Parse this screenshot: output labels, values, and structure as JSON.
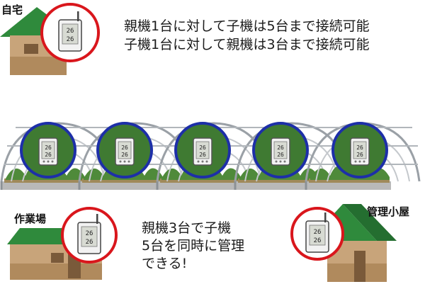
{
  "locations": {
    "home": "自宅",
    "workshop": "作業場",
    "shed": "管理小屋"
  },
  "headline": {
    "line1": "親機1台に対して子機は5台まで接続可能",
    "line2": "子機1台に対して親機は3台まで接続可能"
  },
  "summary": {
    "line1": "親機3台で子機",
    "line2": "5台を同時に管理",
    "line3": "できる!"
  },
  "device": {
    "reading_top": "26",
    "reading_bottom": "26"
  },
  "colors": {
    "parent_ring": "#d9161c",
    "child_ring": "#1d2fa8",
    "roof_green": "#2f8a3c",
    "wall_tan": "#c8a47a"
  }
}
